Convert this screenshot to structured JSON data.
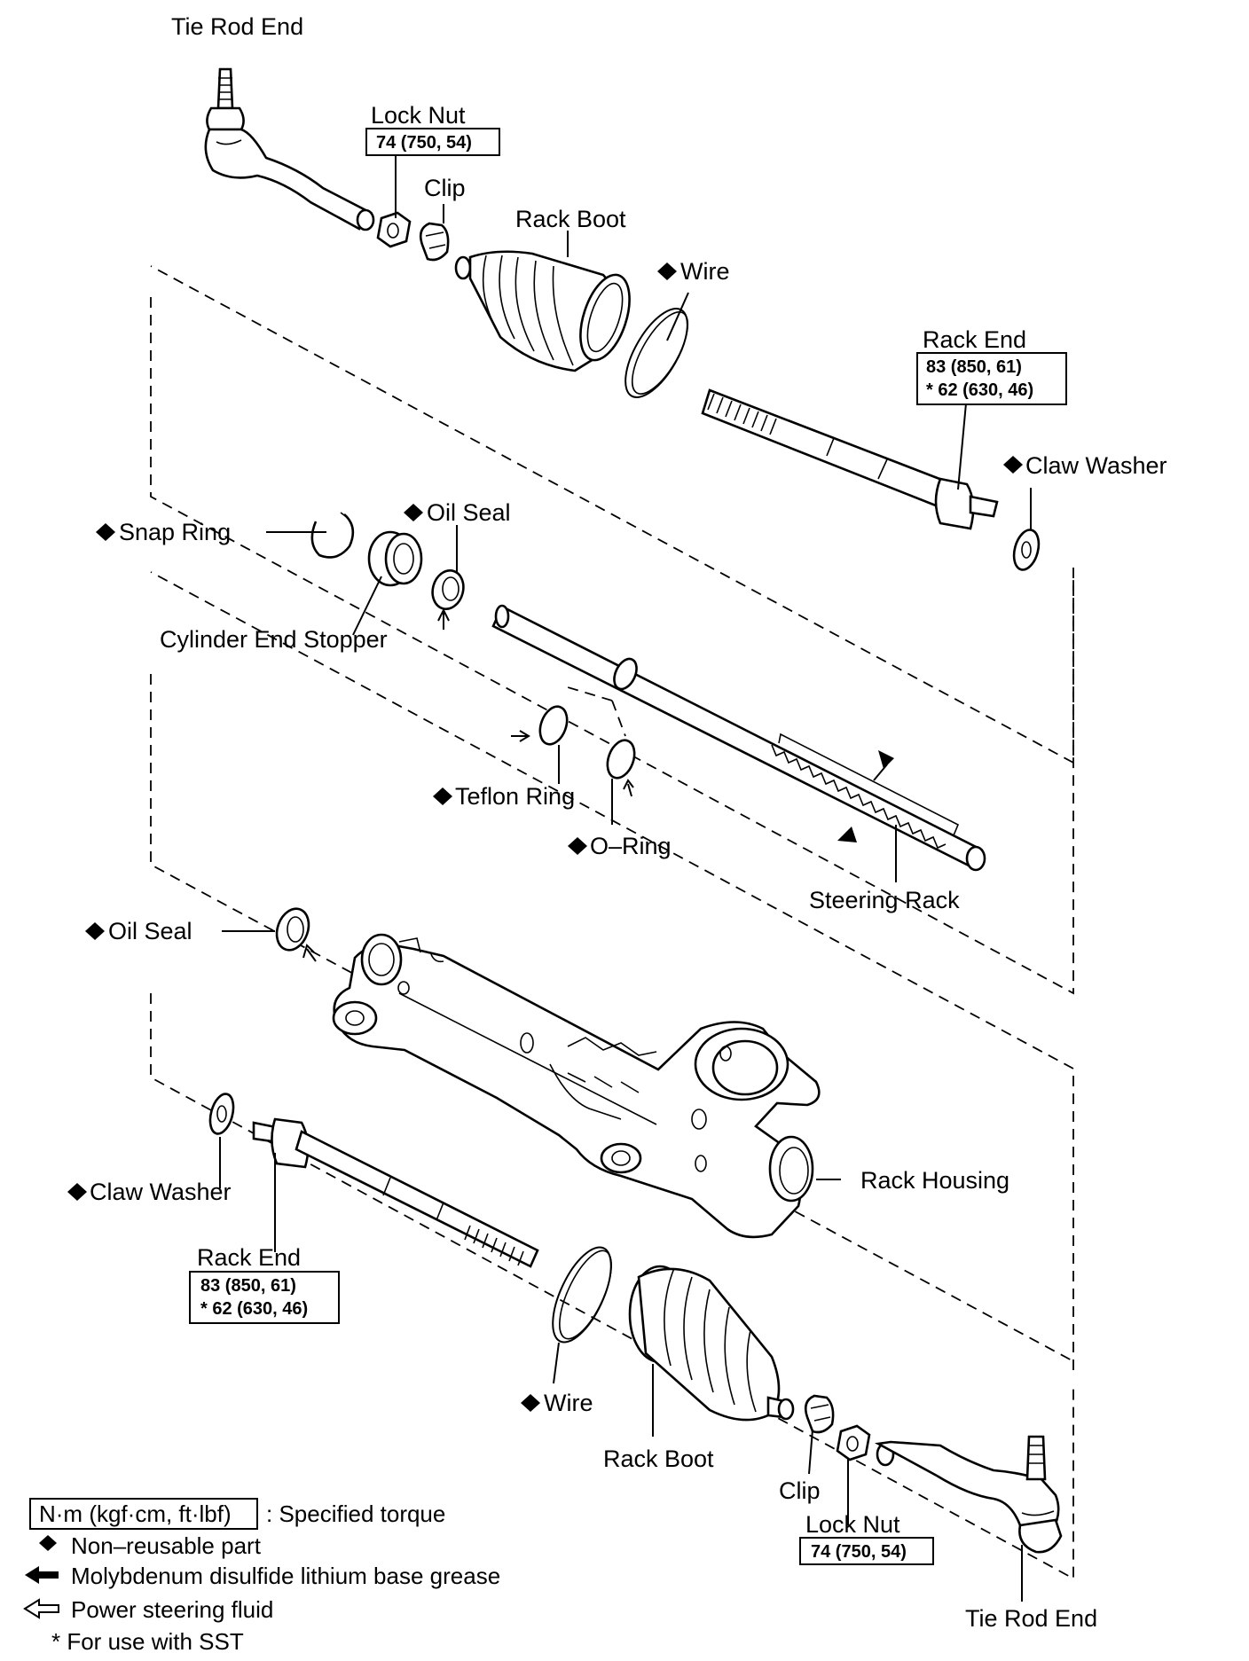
{
  "labels": {
    "tie_rod_end_top": "Tie Rod End",
    "lock_nut_top": "Lock Nut",
    "lock_nut_top_torque": "74 (750, 54)",
    "clip_top": "Clip",
    "rack_boot_top": "Rack Boot",
    "wire_top": "Wire",
    "rack_end_right": "Rack End",
    "rack_end_right_torque_1": "83 (850, 61)",
    "rack_end_right_torque_2": "* 62 (630, 46)",
    "claw_washer_right": "Claw Washer",
    "snap_ring": "Snap Ring",
    "oil_seal_upper": "Oil Seal",
    "cylinder_end_stopper": "Cylinder End Stopper",
    "teflon_ring": "Teflon Ring",
    "o_ring": "O–Ring",
    "steering_rack": "Steering Rack",
    "oil_seal_lower": "Oil Seal",
    "rack_housing": "Rack Housing",
    "claw_washer_left": "Claw Washer",
    "rack_end_left": "Rack End",
    "rack_end_left_torque_1": "83 (850, 61)",
    "rack_end_left_torque_2": "* 62 (630, 46)",
    "wire_bottom": "Wire",
    "rack_boot_bottom": "Rack Boot",
    "clip_bottom": "Clip",
    "lock_nut_bottom": "Lock Nut",
    "lock_nut_bottom_torque": "74 (750, 54)",
    "tie_rod_end_bottom": "Tie Rod End"
  },
  "legend": {
    "torque_unit": "N·m (kgf·cm, ft·lbf)",
    "torque_text": ": Specified torque",
    "non_reusable": "Non–reusable part",
    "grease": "Molybdenum disulfide lithium base grease",
    "fluid": "Power steering fluid",
    "sst": "* For use with SST"
  },
  "symbols": {
    "non_reusable": "diamond-icon",
    "grease": "solid-arrow-icon",
    "fluid": "hollow-arrow-icon"
  }
}
